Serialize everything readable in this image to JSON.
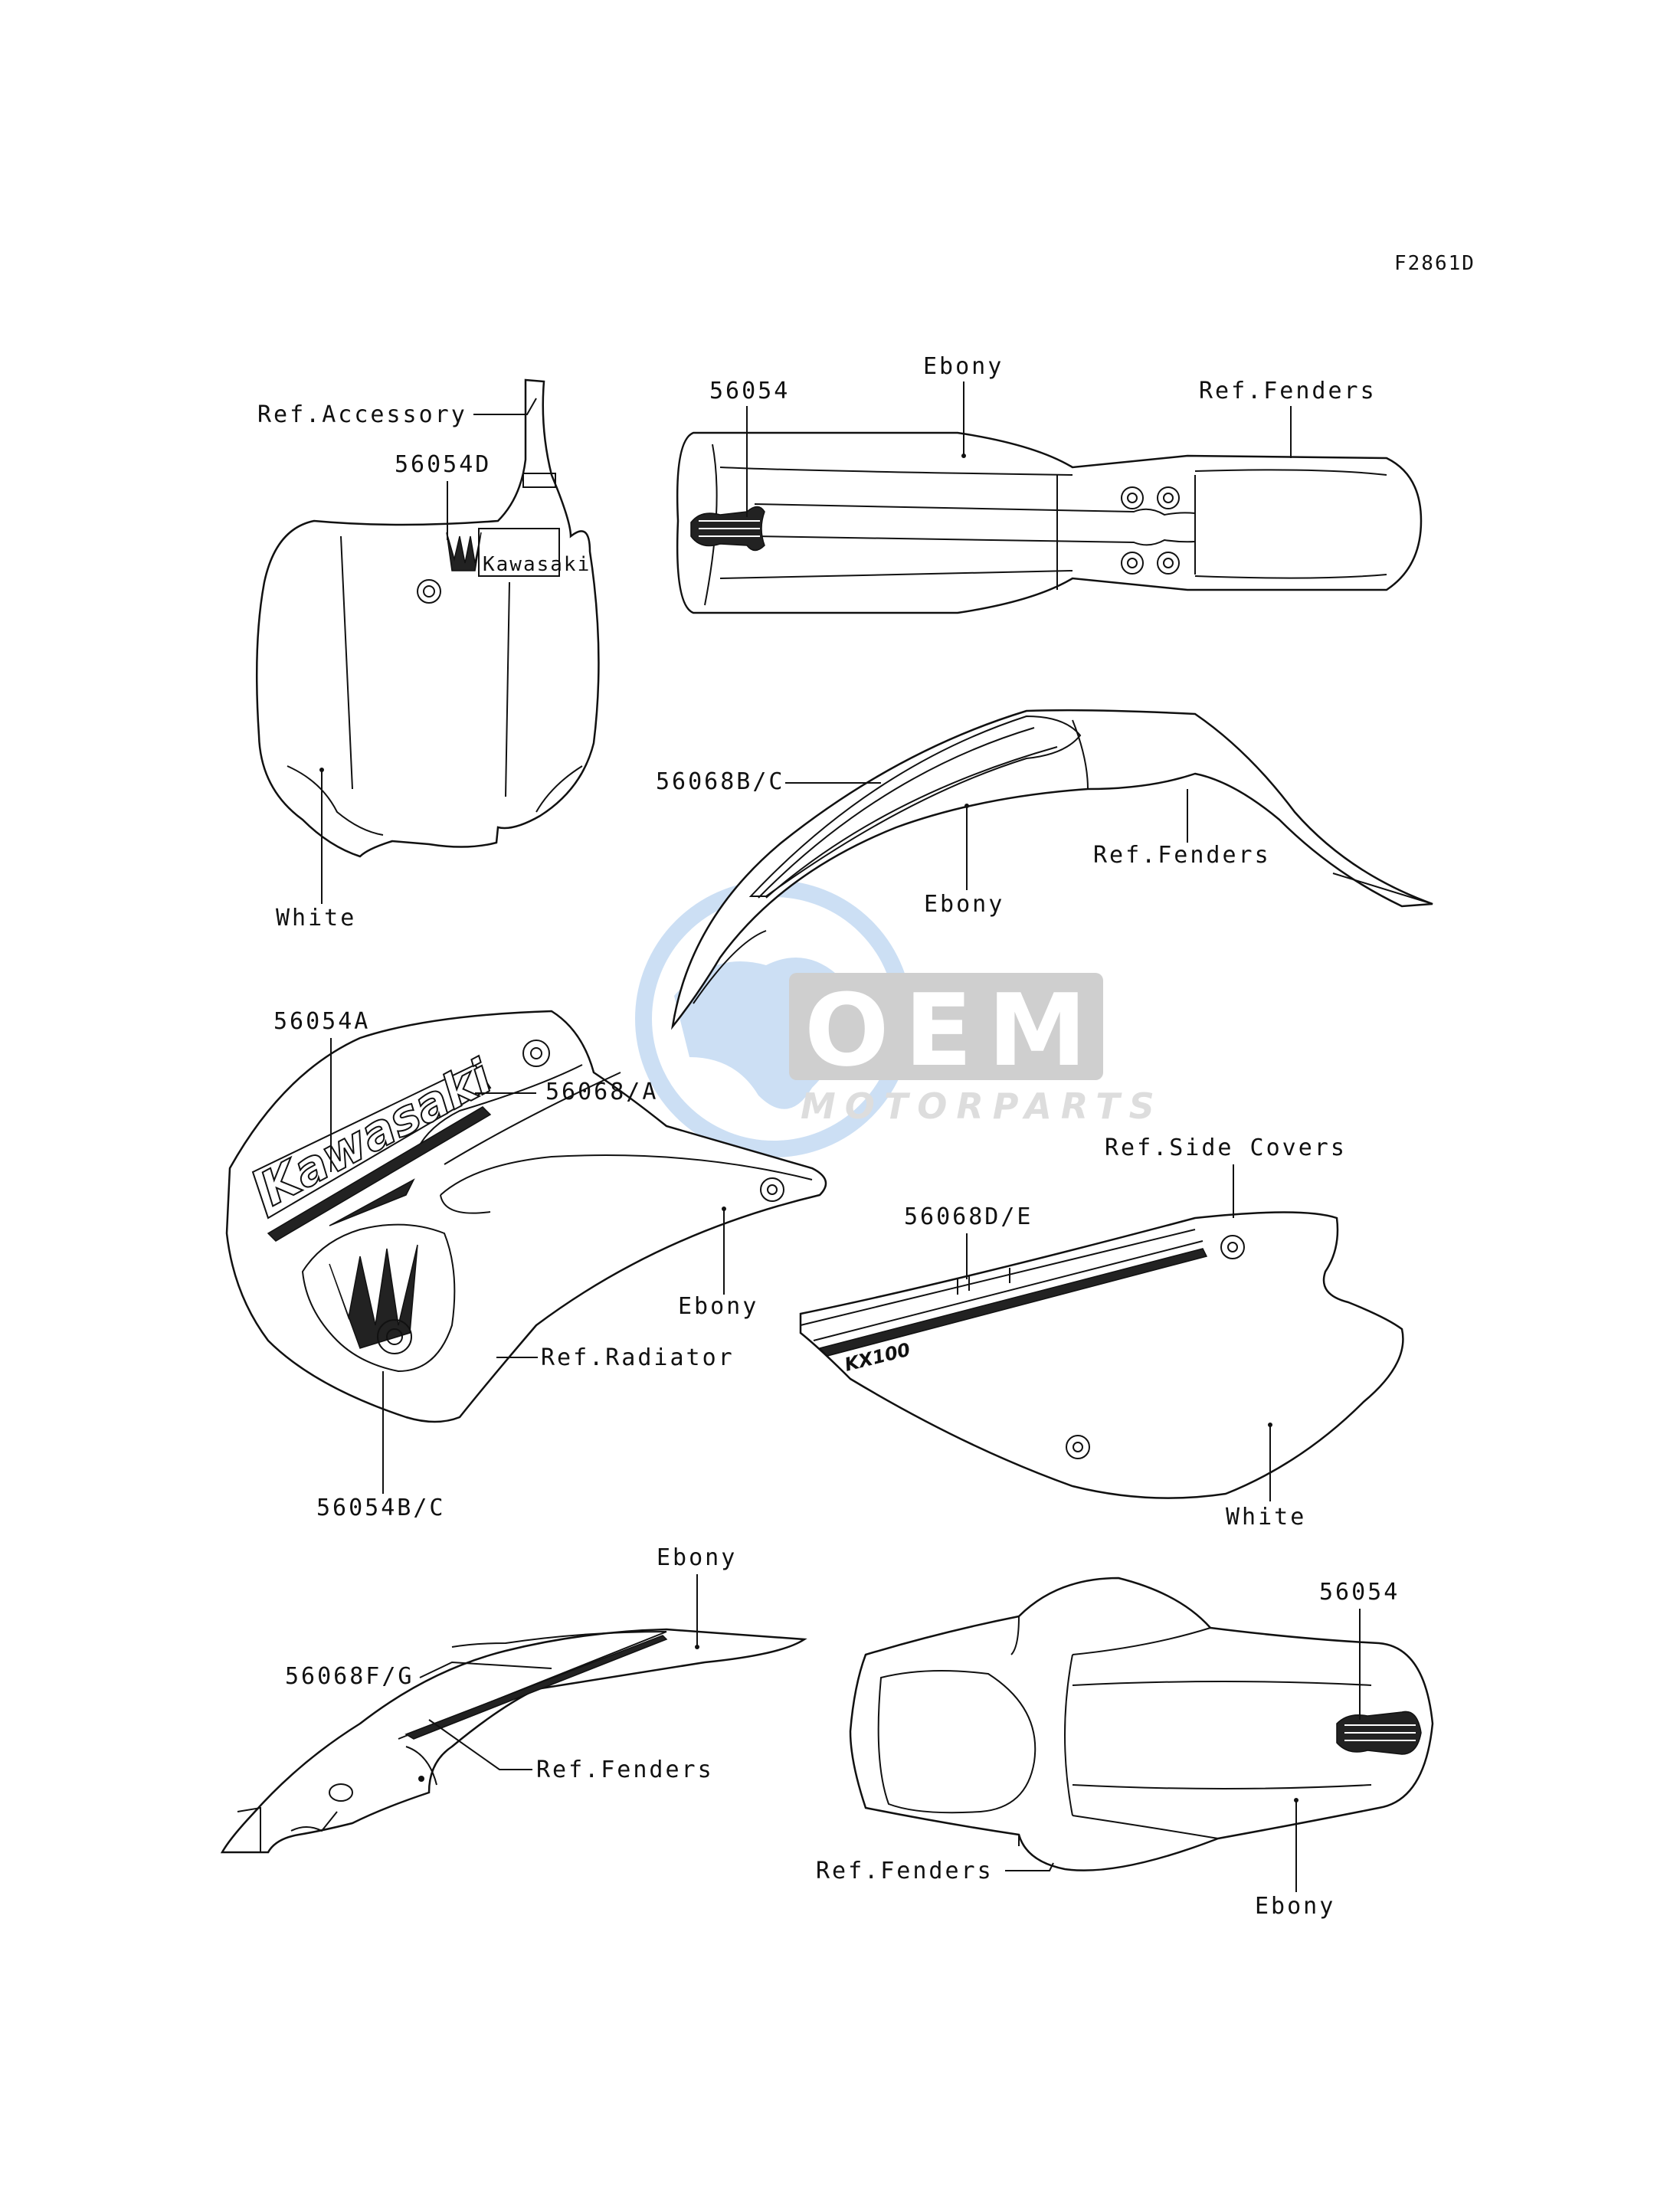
{
  "figure_code": "F2861D",
  "watermark": {
    "brand": "OEM",
    "sub": "MOTORPARTS"
  },
  "logos": {
    "kawasaki": "Kawasaki",
    "kx": "KX100"
  },
  "labels": {
    "ref_accessory": "Ref.Accessory",
    "p56054d": "56054D",
    "white_1": "White",
    "p56054_top": "56054",
    "ebony_top": "Ebony",
    "ref_fenders_top": "Ref.Fenders",
    "p56068bc": "56068B/C",
    "ebony_front": "Ebony",
    "ref_fenders_front": "Ref.Fenders",
    "p56054a": "56054A",
    "p56068a": "56068/A",
    "ebony_radiator": "Ebony",
    "ref_radiator": "Ref.Radiator",
    "p56054bc": "56054B/C",
    "ref_side_covers": "Ref.Side Covers",
    "p56068de": "56068D/E",
    "white_2": "White",
    "ebony_rear": "Ebony",
    "p56068fg": "56068F/G",
    "ref_fenders_rear": "Ref.Fenders",
    "p56054_rear": "56054",
    "ref_fenders_rear_top": "Ref.Fenders",
    "ebony_rear_top": "Ebony"
  }
}
